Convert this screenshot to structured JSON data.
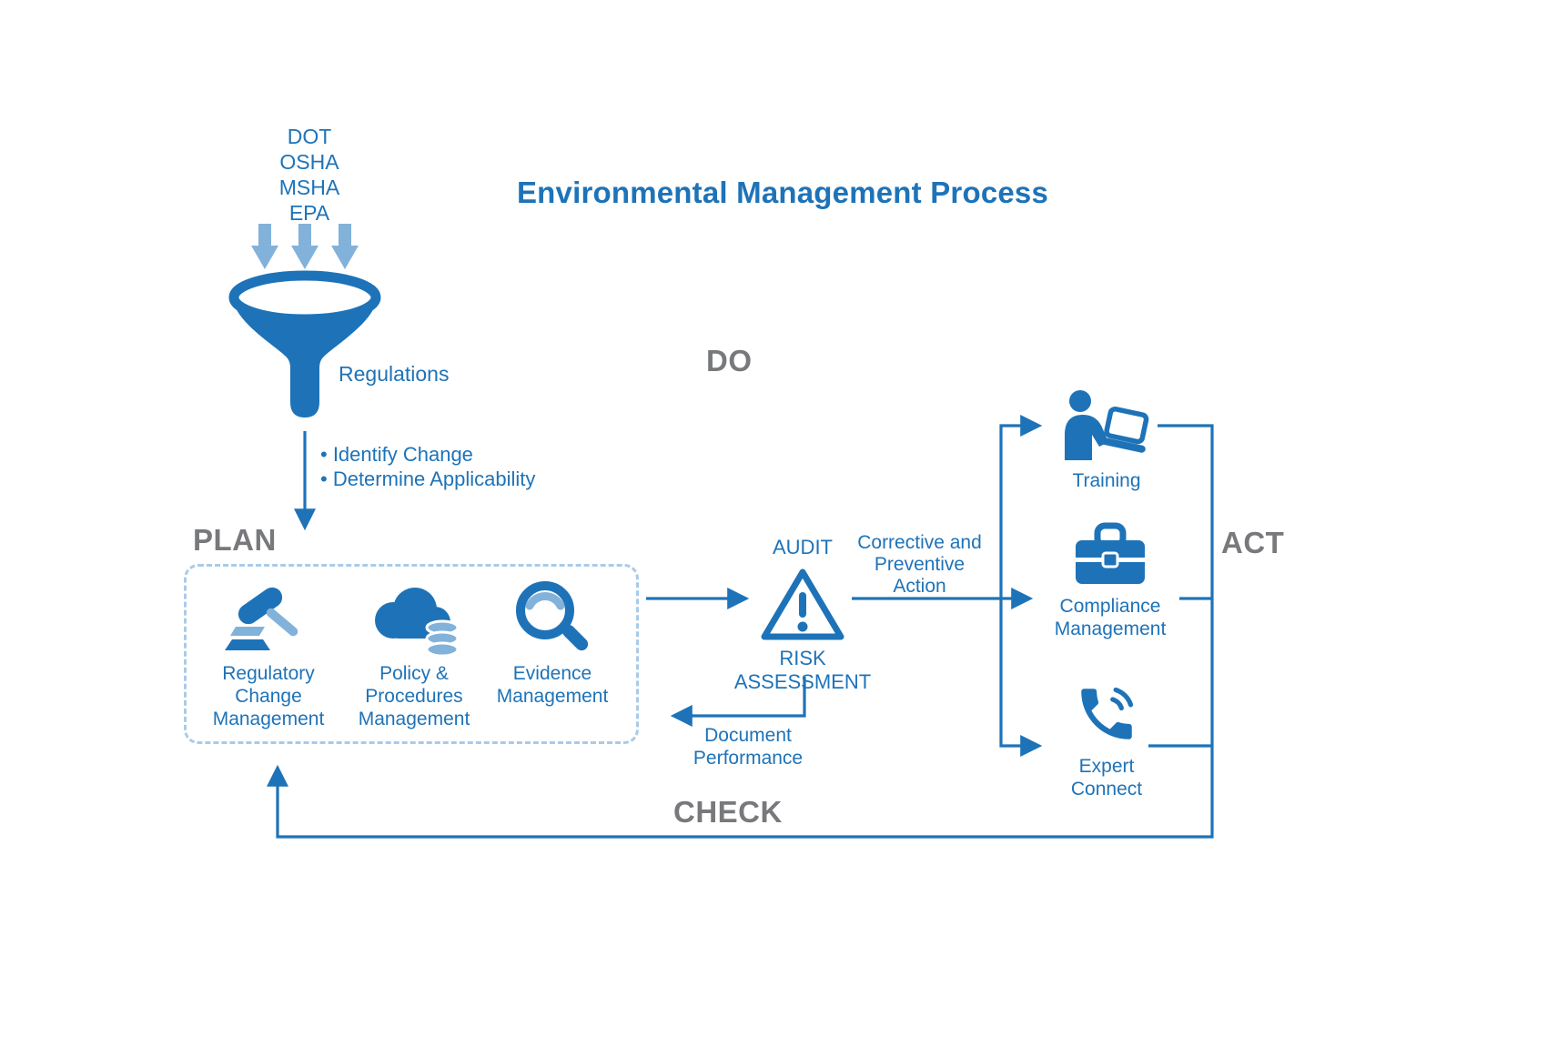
{
  "title": "Environmental Management Process",
  "colors": {
    "primary": "#1e73b8",
    "light": "#82b2da",
    "gray": "#77797c",
    "box_border": "#a9cbe9"
  },
  "funnel": {
    "sources": [
      "DOT",
      "OSHA",
      "MSHA",
      "EPA"
    ],
    "label": "Regulations",
    "bullets": "• Identify Change\n• Determine Applicability"
  },
  "phases": {
    "plan": "PLAN",
    "do": "DO",
    "check": "CHECK",
    "act": "ACT"
  },
  "plan_items": [
    {
      "label": "Regulatory\nChange\nManagement"
    },
    {
      "label": "Policy &\nProcedures\nManagement"
    },
    {
      "label": "Evidence\nManagement"
    }
  ],
  "audit": {
    "title": "AUDIT",
    "subtitle": "RISK ASSESSMENT"
  },
  "flow_labels": {
    "corrective_action": "Corrective and\nPreventive\nAction",
    "document_performance": "Document\nPerformance"
  },
  "act_items": [
    {
      "label": "Training"
    },
    {
      "label": "Compliance\nManagement"
    },
    {
      "label": "Expert\nConnect"
    }
  ]
}
